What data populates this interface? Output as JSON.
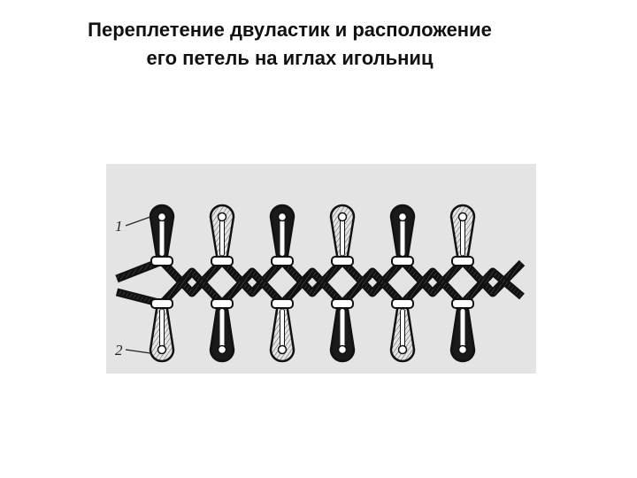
{
  "slide": {
    "title_line1": "Переплетение двуластик и расположение",
    "title_line2": "его петель на иглах игольниц"
  },
  "figure": {
    "labels": {
      "needle_bed_1": "1",
      "needle_bed_2": "2"
    },
    "loop_count_per_bed": 6,
    "top_bed_pattern": [
      "dark",
      "light",
      "dark",
      "light",
      "dark",
      "light"
    ],
    "bottom_bed_pattern": [
      "light",
      "dark",
      "light",
      "dark",
      "light",
      "dark"
    ],
    "colors": {
      "dark_loop": "#1a1a1a",
      "light_loop": "#ffffff",
      "outline": "#111111",
      "background": "#e4e4e4"
    }
  }
}
